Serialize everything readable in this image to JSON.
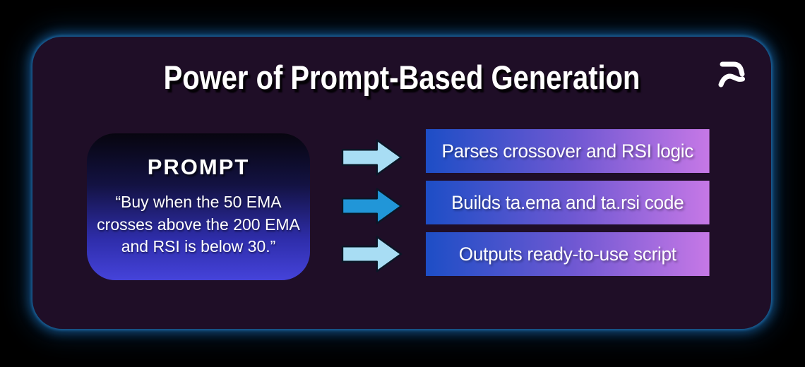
{
  "title": "Power of Prompt-Based Generation",
  "logo": {
    "name": "brand-mark"
  },
  "prompt_card": {
    "heading": "PROMPT",
    "body": "“Buy when the 50 EMA crosses above the 200 EMA and RSI is below 30.”"
  },
  "steps": [
    {
      "label": "Parses crossover and RSI logic",
      "arrow_style": "light"
    },
    {
      "label": "Builds ta.ema and ta.rsi code",
      "arrow_style": "dark"
    },
    {
      "label": "Outputs ready-to-use script",
      "arrow_style": "light"
    }
  ],
  "colors": {
    "background": "#000000",
    "panel_bg": "#1f0e27",
    "glow_blue": "#14527e",
    "prompt_gradient_top": "#07050f",
    "prompt_gradient_bottom": "#4543da",
    "step_gradient_left": "#1d4ec6",
    "step_gradient_mid": "#6f58d2",
    "step_gradient_right": "#c678e6",
    "arrow_light": "#a8ddf4",
    "arrow_dark": "#2196d8",
    "text_white": "#ffffff"
  }
}
